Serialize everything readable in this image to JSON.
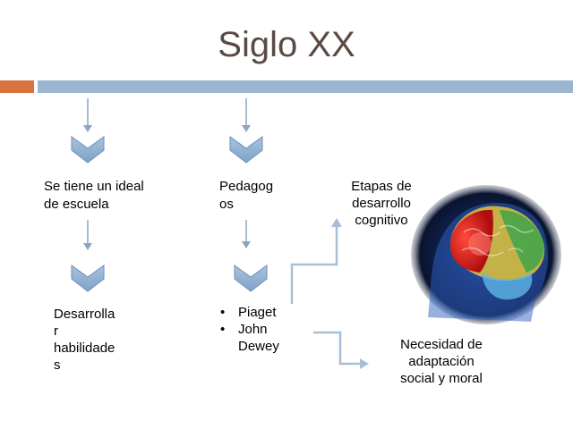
{
  "slide": {
    "title": "Siglo XX"
  },
  "column1": {
    "heading_line1": "Se tiene un ideal",
    "heading_line2": "de escuela",
    "item_lines": [
      "Desarrolla",
      "r",
      "habilidade",
      "s"
    ]
  },
  "column2": {
    "heading_line1": "Pedagog",
    "heading_line2": "os",
    "bullets": [
      "Piaget",
      "John",
      "Dewey"
    ]
  },
  "branch_top": {
    "lines": [
      "Etapas de",
      "desarrollo",
      "cognitivo"
    ]
  },
  "branch_bottom": {
    "lines": [
      "Necesidad de",
      "adaptación",
      "social y moral"
    ]
  },
  "colors": {
    "accent_orange": "#d9733d",
    "accent_blue": "#9bb6d1",
    "chevron_fill": "#8daed0",
    "chevron_stroke": "#6b8fb5",
    "title_color": "#5a4a44"
  }
}
